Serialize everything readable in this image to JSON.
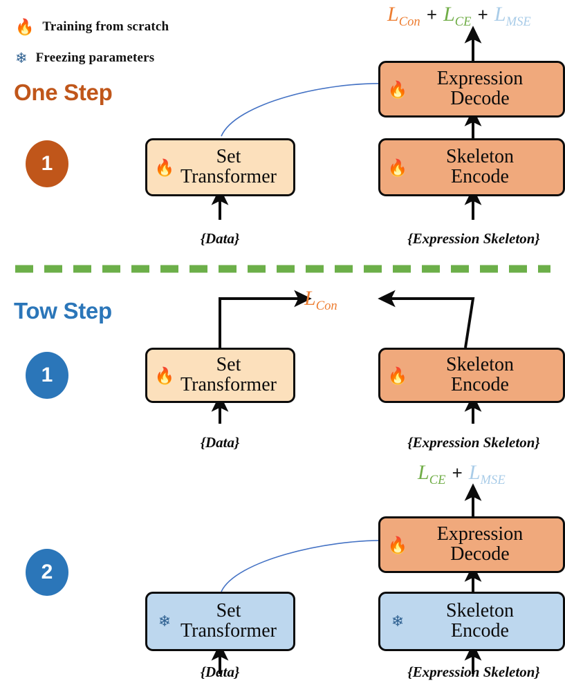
{
  "legend": {
    "items": [
      {
        "icon": "flame-icon",
        "glyph": "🔥",
        "label": "Training from scratch"
      },
      {
        "icon": "snowflake-icon",
        "glyph": "❄",
        "label": "Freezing parameters"
      }
    ]
  },
  "colors": {
    "one_step_accent": "#C0561A",
    "two_step_accent": "#2B76B9",
    "trainable_light": "#FCE0BC",
    "trainable_dark": "#F0A97C",
    "frozen": "#BDD7EE",
    "divider": "#6CAF49",
    "loss_con": "#ED7D31",
    "loss_ce": "#70AD47",
    "loss_mse": "#A9CCE8",
    "connector": "#4472C4"
  },
  "sections": [
    {
      "id": "one-step",
      "title": "One Step",
      "accent": "#C0561A",
      "badges": [
        {
          "number": "1"
        }
      ],
      "loss": {
        "terms": [
          {
            "base": "L",
            "sub": "Con",
            "color": "#ED7D31"
          },
          {
            "base": "L",
            "sub": "CE",
            "color": "#70AD47"
          },
          {
            "base": "L",
            "sub": "MSE",
            "color": "#A9CCE8"
          }
        ],
        "operator": "+"
      },
      "boxes": [
        {
          "id": "set-transformer",
          "label": "Set\nTransformer",
          "state": "trainable",
          "icon": "flame-icon",
          "glyph": "🔥",
          "fill": "#FCE0BC"
        },
        {
          "id": "expression-decode",
          "label": "Expression\nDecode",
          "state": "trainable",
          "icon": "flame-icon",
          "glyph": "🔥",
          "fill": "#F0A97C"
        },
        {
          "id": "skeleton-encode",
          "label": "Skeleton\nEncode",
          "state": "trainable",
          "icon": "flame-icon",
          "glyph": "🔥",
          "fill": "#F0A97C"
        }
      ],
      "inputs": [
        {
          "id": "data-input",
          "label": "{Data}"
        },
        {
          "id": "expression-skeleton-input",
          "label": "{Expression Skeleton}"
        }
      ]
    },
    {
      "id": "two-step",
      "title": "Tow Step",
      "accent": "#2B76B9",
      "badges": [
        {
          "number": "1"
        },
        {
          "number": "2"
        }
      ],
      "stage1": {
        "loss": {
          "terms": [
            {
              "base": "L",
              "sub": "Con",
              "color": "#ED7D31"
            }
          ],
          "operator": ""
        },
        "boxes": [
          {
            "id": "set-transformer",
            "label": "Set\nTransformer",
            "state": "trainable",
            "icon": "flame-icon",
            "glyph": "🔥",
            "fill": "#FCE0BC"
          },
          {
            "id": "skeleton-encode",
            "label": "Skeleton\nEncode",
            "state": "trainable",
            "icon": "flame-icon",
            "glyph": "🔥",
            "fill": "#F0A97C"
          }
        ],
        "inputs": [
          {
            "id": "data-input",
            "label": "{Data}"
          },
          {
            "id": "expression-skeleton-input",
            "label": "{Expression Skeleton}"
          }
        ]
      },
      "stage2": {
        "loss": {
          "terms": [
            {
              "base": "L",
              "sub": "CE",
              "color": "#70AD47"
            },
            {
              "base": "L",
              "sub": "MSE",
              "color": "#A9CCE8"
            }
          ],
          "operator": "+"
        },
        "boxes": [
          {
            "id": "expression-decode",
            "label": "Expression\nDecode",
            "state": "trainable",
            "icon": "flame-icon",
            "glyph": "🔥",
            "fill": "#F0A97C"
          },
          {
            "id": "set-transformer",
            "label": "Set\nTransformer",
            "state": "frozen",
            "icon": "snowflake-icon",
            "glyph": "❄",
            "fill": "#BDD7EE"
          },
          {
            "id": "skeleton-encode",
            "label": "Skeleton\nEncode",
            "state": "frozen",
            "icon": "snowflake-icon",
            "glyph": "❄",
            "fill": "#BDD7EE"
          }
        ],
        "inputs": [
          {
            "id": "data-input",
            "label": "{Data}"
          },
          {
            "id": "expression-skeleton-input",
            "label": "{Expression Skeleton}"
          }
        ]
      }
    }
  ]
}
